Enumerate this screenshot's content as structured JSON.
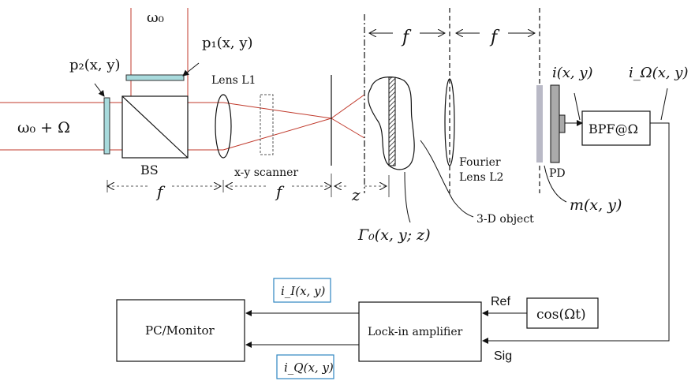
{
  "labels": {
    "omega0_top": "ω₀",
    "p1": "p₁(x, y)",
    "p2": "p₂(x, y)",
    "omega0_plus": "ω₀ + Ω",
    "lens_l1": "Lens L1",
    "bs": "BS",
    "xy_scanner": "x-y scanner",
    "f_left": "f",
    "f_mid": "f",
    "z": "z",
    "f_top_left": "f",
    "f_top_right": "f",
    "fourier_lens_line1": "Fourier",
    "fourier_lens_line2": "Lens L2",
    "pd": "PD",
    "i_xy": "i(x, y)",
    "i_omega": "i_Ω(x, y)",
    "bpf": "BPF@Ω",
    "m_xy": "m(x, y)",
    "object_3d": "3-D object",
    "gamma": "Γ₀(x, y; z)",
    "pc_monitor": "PC/Monitor",
    "lockin": "Lock-in amplifier",
    "ref": "Ref",
    "sig": "Sig",
    "cos": "cos(Ωt)",
    "i_i": "i_I(x, y)",
    "i_q": "i_Q(x, y)"
  },
  "colors": {
    "beam": "#c0392b",
    "filter": "#a8dadc",
    "mask": "#b9b9c6",
    "label_box": "#2e86c1",
    "line": "#111111"
  }
}
